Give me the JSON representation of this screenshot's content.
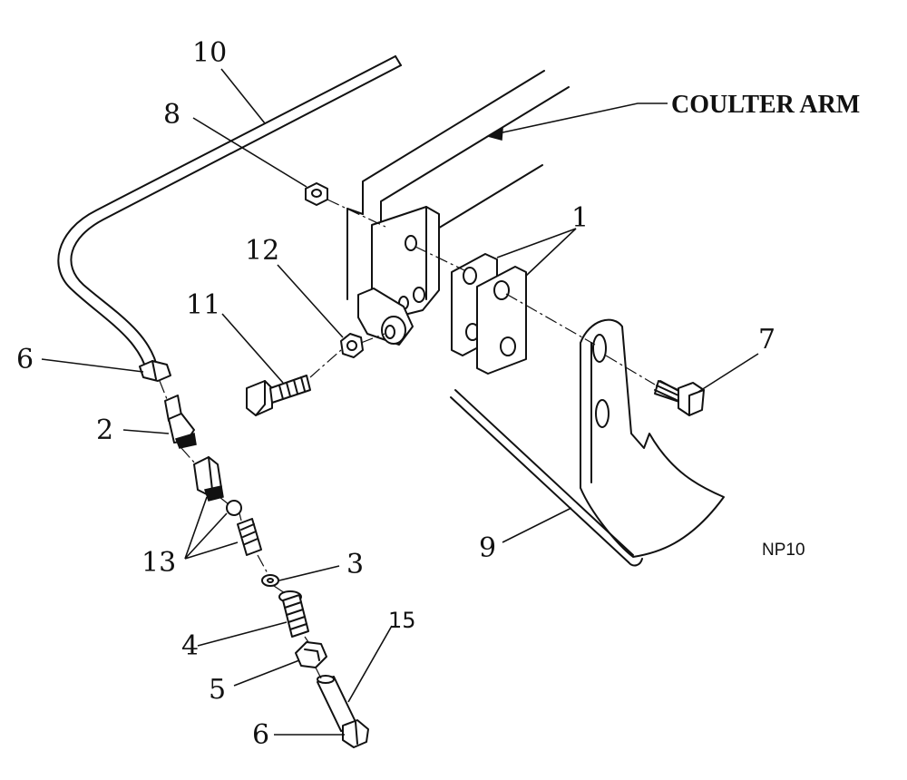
{
  "diagram": {
    "title_label": "COULTER ARM",
    "figure_code": "NP10",
    "callouts": {
      "c10": "10",
      "c8": "8",
      "c1": "1",
      "c12": "12",
      "c11": "11",
      "c7": "7",
      "c6_top": "6",
      "c2": "2",
      "c13": "13",
      "c3": "3",
      "c4": "4",
      "c5": "5",
      "c15": "15",
      "c6_bottom": "6",
      "c9": "9"
    }
  }
}
